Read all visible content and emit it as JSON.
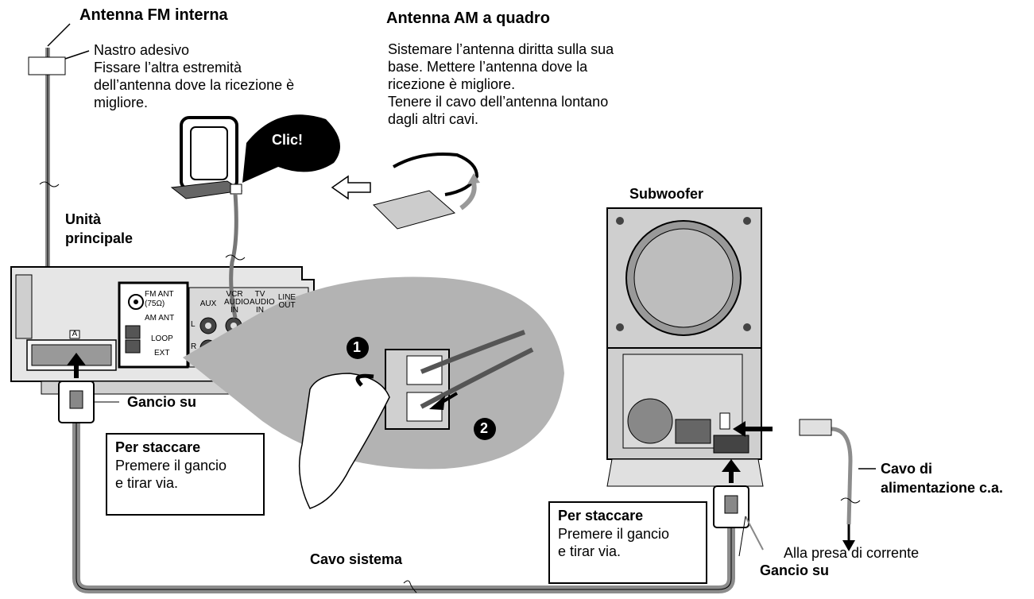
{
  "fm_antenna": {
    "title": "Antenna FM interna",
    "tape_label": "Nastro adesivo",
    "fix_note": [
      "Fissare l’altra estremità",
      "dell’antenna dove la ricezione è",
      "migliore."
    ]
  },
  "am_antenna": {
    "title": "Antenna AM a quadro",
    "note": [
      "Sistemare l’antenna diritta sulla sua",
      "base. Mettere l’antenna dove la",
      "ricezione è migliore.",
      "Tenere il cavo dell’antenna lontano",
      "dagli altri cavi."
    ],
    "click_label": "Clic!"
  },
  "main_unit": {
    "label": [
      "Unità",
      "principale"
    ],
    "fm_ant": [
      "FM ANT",
      "(75Ω)"
    ],
    "am_ant": "AM ANT",
    "loop": "LOOP",
    "ext": "EXT",
    "aux": "AUX",
    "vcr": [
      "VCR",
      "AUDIO",
      "IN"
    ],
    "tv": [
      "TV",
      "AUDIO",
      "IN"
    ],
    "line_out": [
      "LINE",
      "OUT"
    ],
    "terminal_letter": "A",
    "ch_l": "L",
    "ch_r": "R"
  },
  "steps": [
    "1",
    "2"
  ],
  "hook_up_left": "Gancio su",
  "hook_up_right": "Gancio su",
  "detach_box_left": {
    "title": "Per staccare",
    "lines": [
      "Premere il gancio",
      "e tirar via."
    ]
  },
  "detach_box_right": {
    "title": "Per staccare",
    "lines": [
      "Premere il gancio",
      "e tirar via."
    ]
  },
  "subwoofer_label": "Subwoofer",
  "power_cable": [
    "Cavo di",
    "alimentazione c.a."
  ],
  "outlet_label": "Alla presa di corrente",
  "system_cable": "Cavo sistema",
  "colors": {
    "ink": "#000000",
    "cable": "#8c8c8c",
    "panel": "#d9d9d9",
    "bubble": "#b3b3b3",
    "dark_panel": "#4d4d4d"
  }
}
